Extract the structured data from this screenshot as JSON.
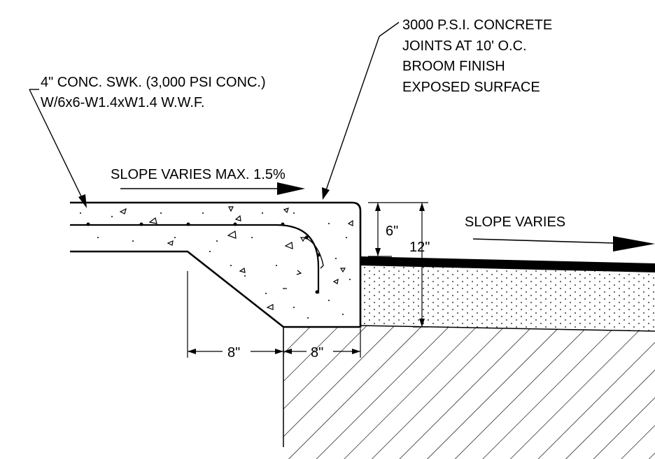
{
  "notes": {
    "sidewalk": {
      "line1": "4\" CONC. SWK. (3,000 PSI CONC.)",
      "line2": "W/6x6-W1.4xW1.4 W.W.F."
    },
    "concrete": {
      "line1": "3000 P.S.I. CONCRETE",
      "line2": "JOINTS AT 10' O.C.",
      "line3": "BROOM FINISH",
      "line4": "EXPOSED SURFACE"
    },
    "slope_left": "SLOPE VARIES MAX. 1.5%",
    "slope_right": "SLOPE VARIES"
  },
  "dimensions": {
    "curb_height": "6\"",
    "total_depth": "12\"",
    "thickened_edge_width": "8\"",
    "curb_width": "8\""
  }
}
